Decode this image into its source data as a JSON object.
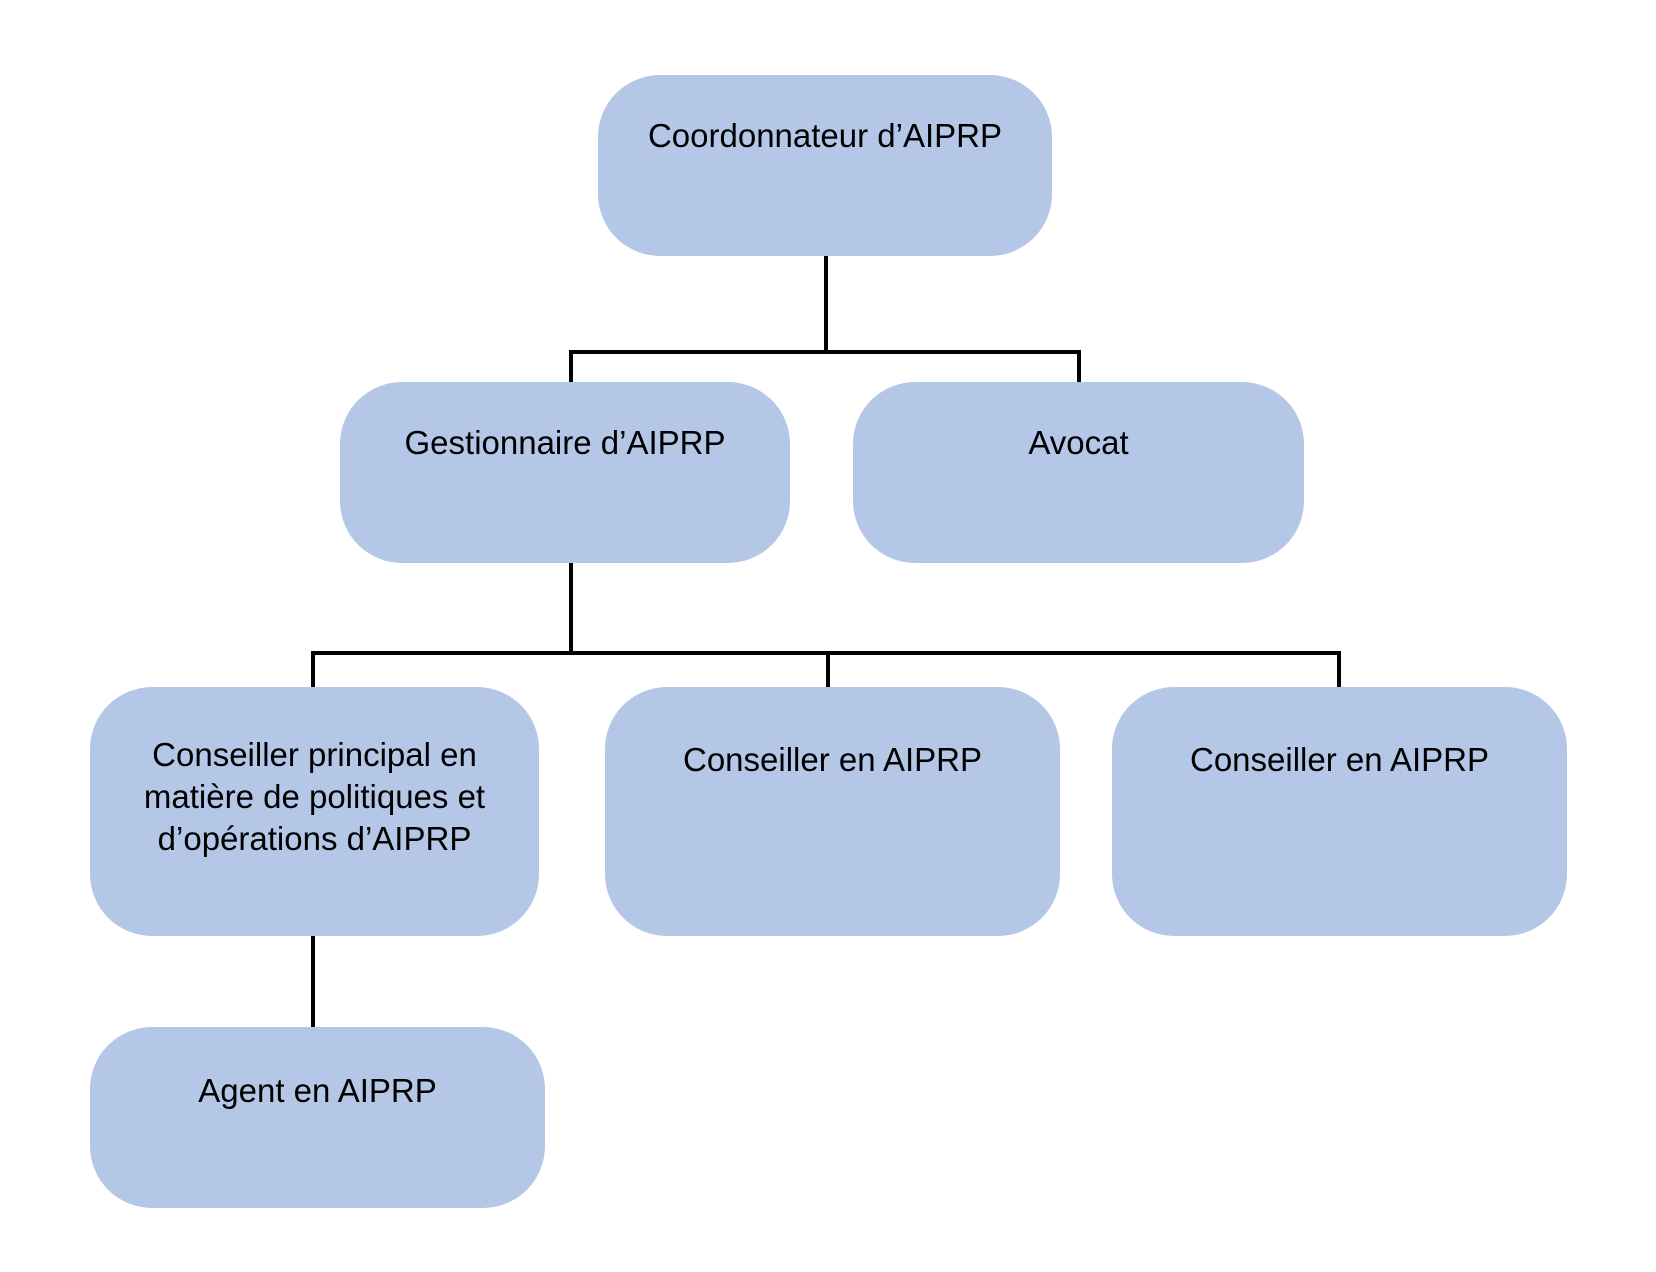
{
  "diagram": {
    "type": "org-chart",
    "language": "fr",
    "colors": {
      "node_fill": "#b4c7e7",
      "node_text": "#000000",
      "connector": "#000000",
      "background": "#ffffff"
    },
    "nodes": {
      "coordonnateur": {
        "label": "Coordonnateur d’AIPRP",
        "level": 1
      },
      "gestionnaire": {
        "label": "Gestionnaire d’AIPRP",
        "level": 2
      },
      "avocat": {
        "label": "Avocat",
        "level": 2
      },
      "conseiller_principal": {
        "label": "Conseiller principal en matière de politiques et d’opérations d’AIPRP",
        "level": 3
      },
      "conseiller_aiprp_1": {
        "label": "Conseiller en AIPRP",
        "level": 3
      },
      "conseiller_aiprp_2": {
        "label": "Conseiller en AIPRP",
        "level": 3
      },
      "agent": {
        "label": "Agent en AIPRP",
        "level": 4
      }
    },
    "edges": [
      {
        "from": "coordonnateur",
        "to": "gestionnaire"
      },
      {
        "from": "coordonnateur",
        "to": "avocat"
      },
      {
        "from": "gestionnaire",
        "to": "conseiller_principal"
      },
      {
        "from": "gestionnaire",
        "to": "conseiller_aiprp_1"
      },
      {
        "from": "gestionnaire",
        "to": "conseiller_aiprp_2"
      },
      {
        "from": "conseiller_principal",
        "to": "agent"
      }
    ]
  }
}
